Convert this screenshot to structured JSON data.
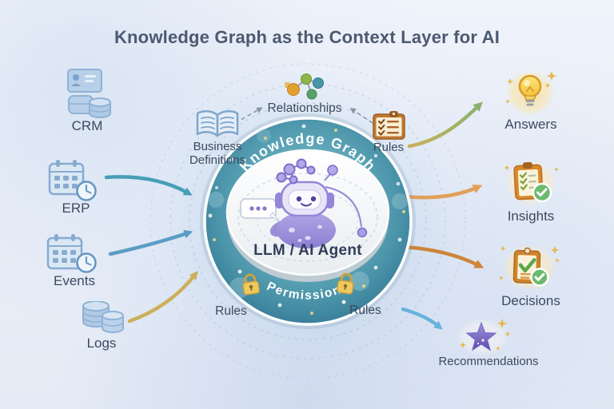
{
  "title": "Knowledge Graph as the Context Layer for AI",
  "sources": [
    {
      "label": "CRM",
      "icon": "id-card-and-database"
    },
    {
      "label": "ERP",
      "icon": "calendar-clock"
    },
    {
      "label": "Events",
      "icon": "calendar-clock"
    },
    {
      "label": "Logs",
      "icon": "database-stack"
    }
  ],
  "context": {
    "relationships": {
      "label": "Relationships",
      "icon": "graph-nodes"
    },
    "business_definitions": {
      "line1": "Business",
      "line2": "Definitions",
      "icon": "open-book"
    },
    "rules_top": {
      "label": "Rules",
      "icon": "rules-clipboard"
    },
    "rules_bottom_left": {
      "label": "Rules"
    },
    "rules_bottom_right": {
      "label": "Rules"
    }
  },
  "core": {
    "top_arc": "Knowledge Graph",
    "bottom_arc": "Permissions",
    "center": "LLM / AI Agent",
    "icons": [
      "robot",
      "chat-bubble",
      "padlock",
      "padlock"
    ]
  },
  "outcomes": [
    {
      "label": "Answers",
      "icon": "lightbulb"
    },
    {
      "label": "Insights",
      "icon": "clipboard-checklist-badge"
    },
    {
      "label": "Decisions",
      "icon": "clipboard-checkmark-badge"
    },
    {
      "label": "Recommendations",
      "icon": "star"
    }
  ],
  "flows": [
    {
      "from": "ERP",
      "to": "core",
      "color": "#3b98b2"
    },
    {
      "from": "Events",
      "to": "core",
      "color": "#4f97c0"
    },
    {
      "from": "Logs",
      "to": "core",
      "color": "#c9ac4e"
    },
    {
      "from": "core",
      "to": "Answers",
      "color": "#7fae62"
    },
    {
      "from": "core",
      "to": "Insights",
      "color": "#e29a4c"
    },
    {
      "from": "core",
      "to": "Decisions",
      "color": "#cd7d28"
    },
    {
      "from": "core",
      "to": "Recommendations",
      "color": "#5fb0da"
    }
  ],
  "colors": {
    "background": "#eaeff7",
    "title_text": "#4d5971",
    "label_text": "#3c4a5e",
    "ring_teal": "#3f88a2",
    "platform": "#f6f7f7",
    "robot_purple": "#9287d8",
    "lock_gold": "#eec95f",
    "source_icon_blue": "#8fb2d6"
  }
}
